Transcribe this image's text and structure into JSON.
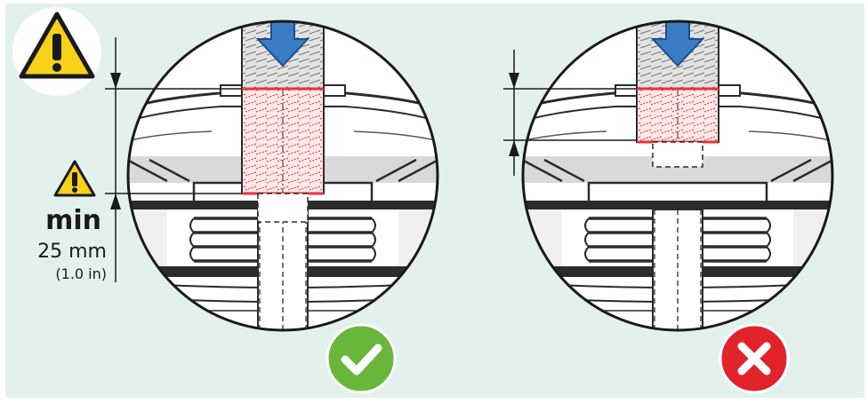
{
  "dimension_note": {
    "min_label": "min",
    "mm_label": "25 mm",
    "in_label": "(1.0 in)"
  },
  "icons": {
    "warning_large": "warning-triangle-icon",
    "warning_small": "warning-triangle-icon",
    "correct": "check-icon",
    "incorrect": "cross-icon",
    "arrow": "down-arrow-icon"
  },
  "colors": {
    "background": "#e3f1ec",
    "thread_highlight": "#e8343a",
    "arrow_blue": "#3a7cc4",
    "check_green": "#6ab63a",
    "cross_red": "#e2232b",
    "warning_yellow": "#f7d117"
  }
}
